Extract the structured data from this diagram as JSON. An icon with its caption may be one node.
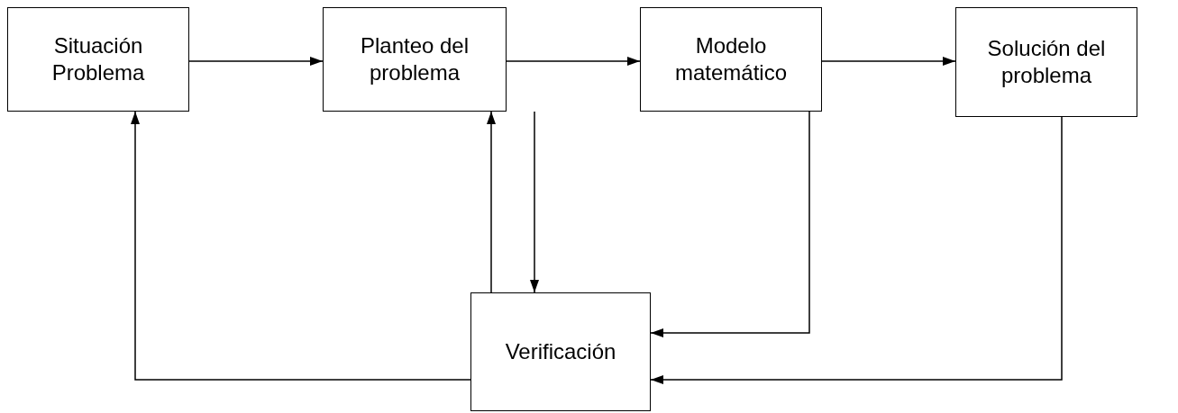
{
  "diagram": {
    "nodes": [
      {
        "text": [
          "Situación Problema"
        ]
      },
      {
        "text": [
          "Planteo del problema"
        ]
      },
      {
        "text": [
          "Modelo matemático"
        ]
      },
      {
        "text": [
          "Solución del problema"
        ]
      },
      {
        "text": [
          "Verificación"
        ]
      }
    ],
    "edges": [
      {
        "from": 0,
        "to": 1,
        "arrow": "to"
      },
      {
        "from": 1,
        "to": 2,
        "arrow": "to"
      },
      {
        "from": 2,
        "to": 3,
        "arrow": "to"
      },
      {
        "from": 4,
        "to": 1,
        "arrow": "to"
      },
      {
        "from": 1,
        "to": 4,
        "arrow": "to"
      },
      {
        "from": 2,
        "to": 4,
        "arrow": "to"
      },
      {
        "from": 3,
        "to": 4,
        "arrow": "to"
      },
      {
        "from": 4,
        "to": 0,
        "arrow": "to"
      }
    ]
  }
}
